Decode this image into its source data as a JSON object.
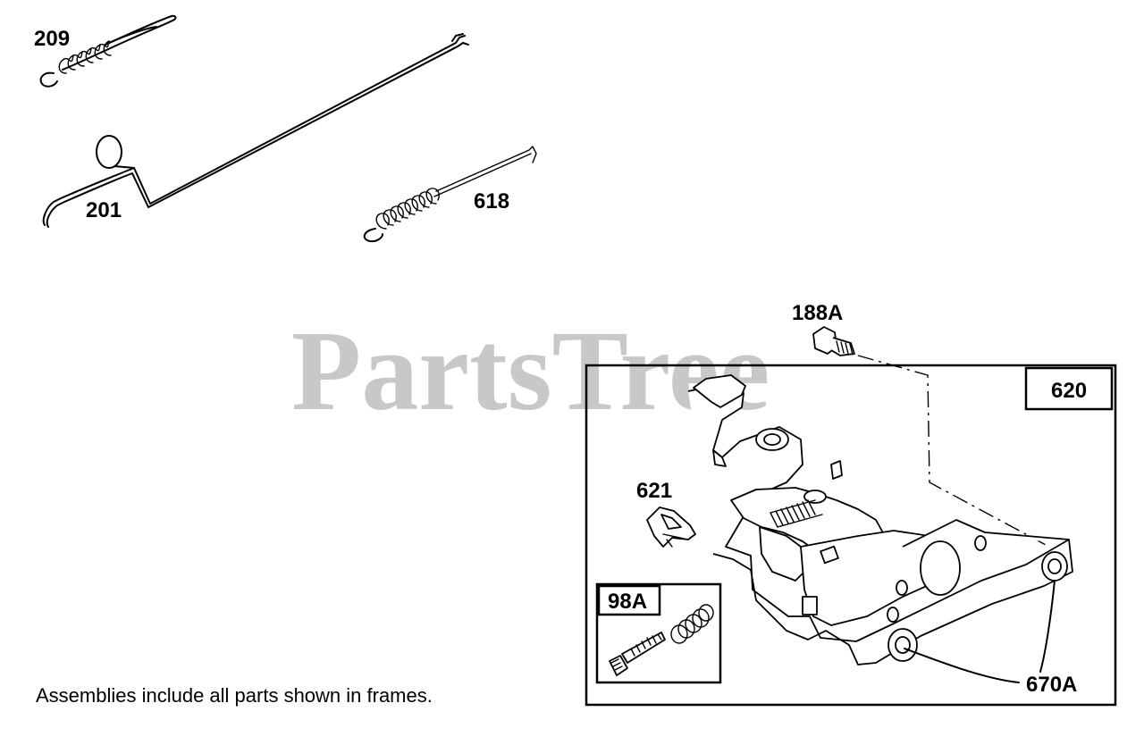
{
  "watermark": "PartsTree",
  "labels": {
    "p209": "209",
    "p201": "201",
    "p618": "618",
    "p188a": "188A",
    "p620": "620",
    "p621": "621",
    "p98a": "98A",
    "p670a": "670A"
  },
  "note": "Assemblies include all parts shown in frames."
}
